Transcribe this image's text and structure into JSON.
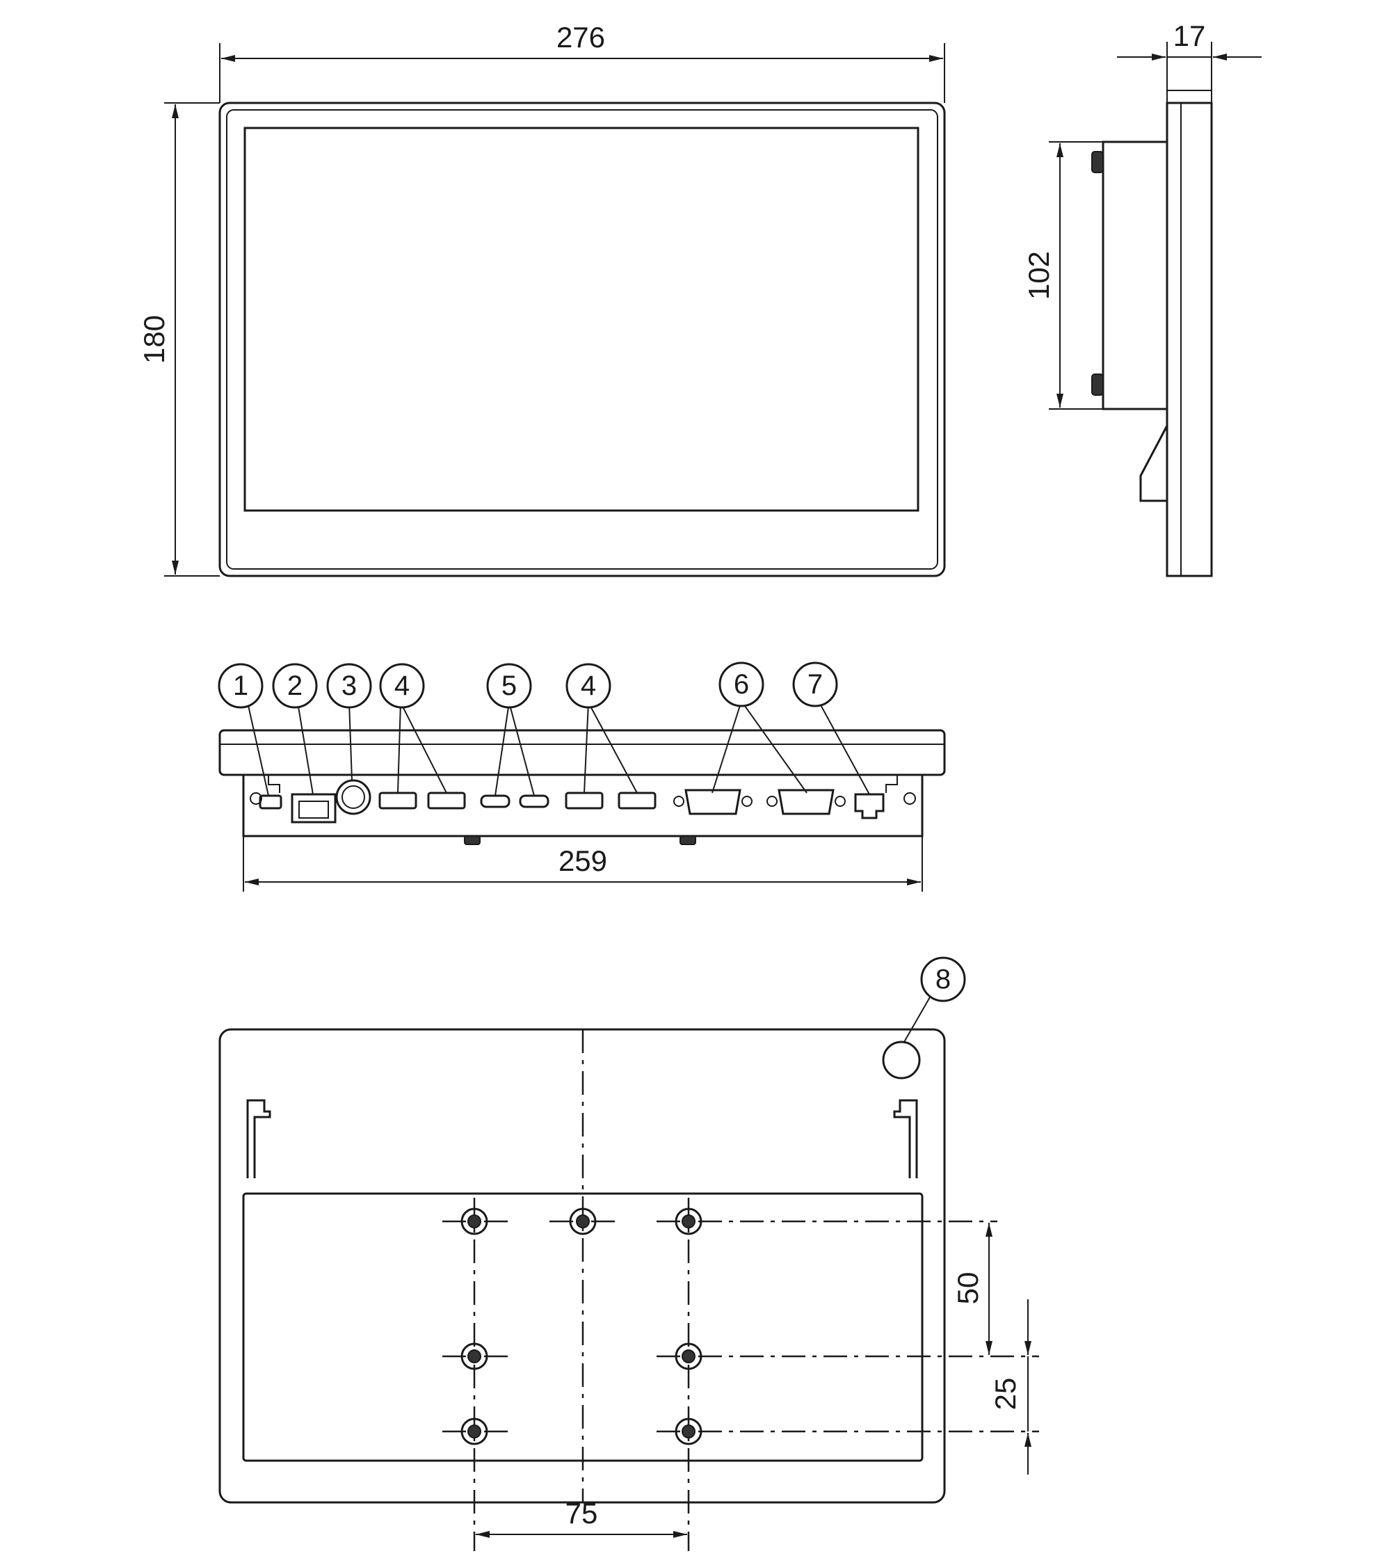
{
  "dimensions": {
    "width": "276",
    "depth": "17",
    "height": "180",
    "bracket_height": "102",
    "port_span": "259",
    "vesa_horizontal": "75",
    "vesa_vertical_1": "50",
    "vesa_vertical_2": "25"
  },
  "callouts": [
    "1",
    "2",
    "3",
    "4",
    "5",
    "4",
    "6",
    "7",
    "8"
  ]
}
